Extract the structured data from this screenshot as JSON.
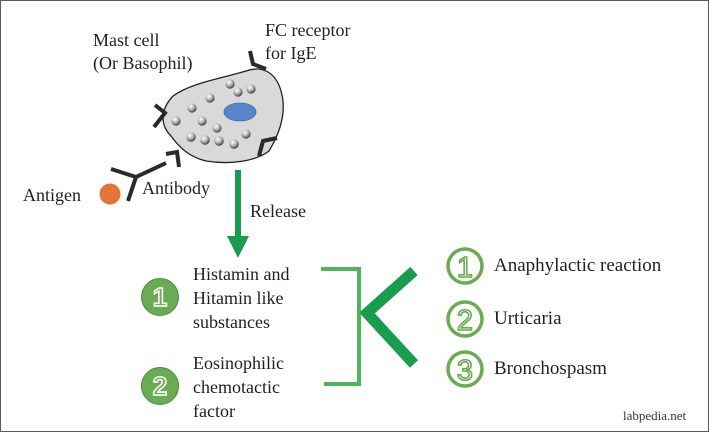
{
  "diagram": {
    "labels": {
      "mast_cell_line1": "Mast cell",
      "mast_cell_line2": "(Or Basophil)",
      "fc_receptor_line1": "FC receptor",
      "fc_receptor_line2": "for IgE",
      "antigen": "Antigen",
      "antibody": "Antibody",
      "release": "Release"
    },
    "mediators": [
      {
        "number": "1",
        "lines": [
          "Histamin and",
          "Hitamin like",
          "substances"
        ]
      },
      {
        "number": "2",
        "lines": [
          "Eosinophilic",
          "chemotactic",
          "factor"
        ]
      }
    ],
    "effects": [
      {
        "number": "1",
        "label": "Anaphylactic reaction"
      },
      {
        "number": "2",
        "label": "Urticaria"
      },
      {
        "number": "3",
        "label": "Bronchospasm"
      }
    ],
    "watermark": "labpedia.net",
    "colors": {
      "cell_fill": "#d9d9d9",
      "nucleus": "#5b86cc",
      "antigen": "#e2763a",
      "arrow_green": "#1a9c50",
      "bracket_green": "#4fb45a",
      "badge_green": "#6aab54",
      "outline_circle_green": "#6aab54",
      "receptor": "#2a2a2a"
    }
  }
}
